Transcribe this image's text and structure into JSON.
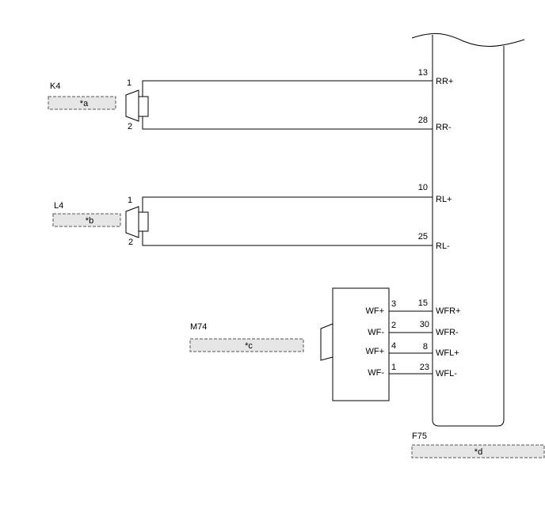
{
  "components": {
    "k4": {
      "code": "K4",
      "note": "*a",
      "pin_top": "1",
      "pin_bottom": "2"
    },
    "l4": {
      "code": "L4",
      "note": "*b",
      "pin_top": "1",
      "pin_bottom": "2"
    },
    "m74": {
      "code": "M74",
      "note": "*c",
      "terminals": [
        {
          "name": "WF+",
          "pin": "3"
        },
        {
          "name": "WF-",
          "pin": "2"
        },
        {
          "name": "WF+",
          "pin": "4"
        },
        {
          "name": "WF-",
          "pin": "1"
        }
      ]
    },
    "f75": {
      "code": "F75",
      "note": "*d",
      "terminals": [
        {
          "name": "RR+",
          "pin": "13"
        },
        {
          "name": "RR-",
          "pin": "28"
        },
        {
          "name": "RL+",
          "pin": "10"
        },
        {
          "name": "RL-",
          "pin": "25"
        },
        {
          "name": "WFR+",
          "pin": "15"
        },
        {
          "name": "WFR-",
          "pin": "30"
        },
        {
          "name": "WFL+",
          "pin": "8"
        },
        {
          "name": "WFL-",
          "pin": "23"
        }
      ]
    }
  }
}
